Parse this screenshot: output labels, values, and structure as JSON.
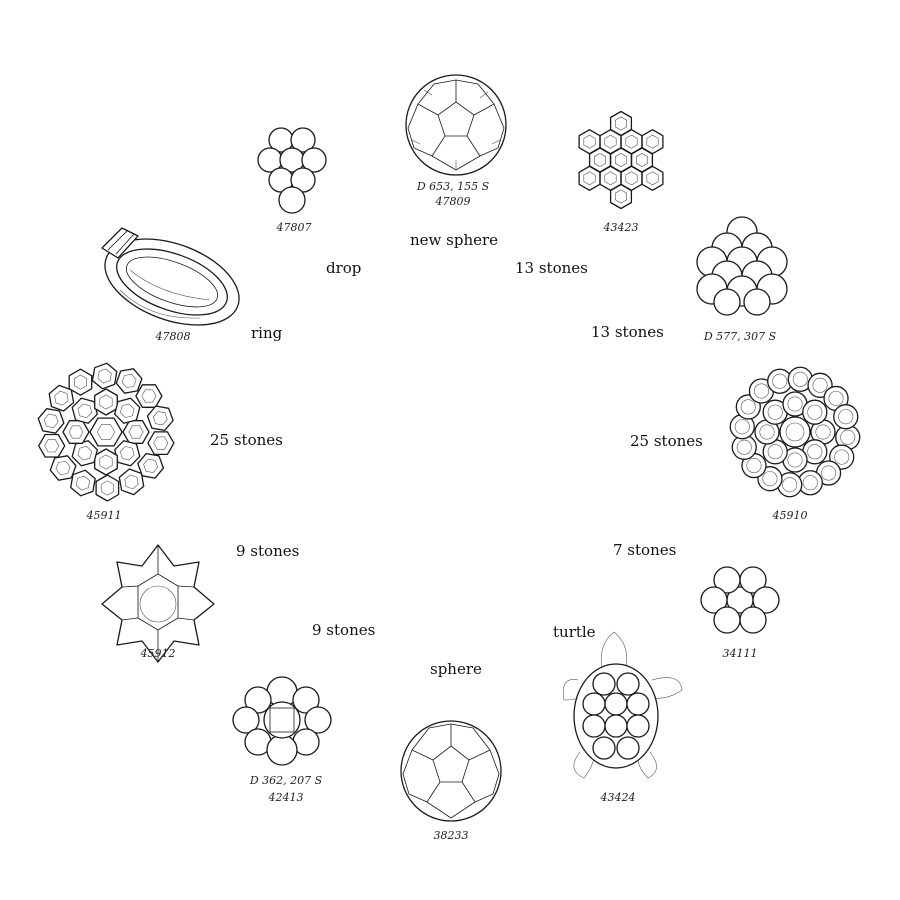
{
  "labels": {
    "new_sphere": "new sphere",
    "drop": "drop",
    "stones13_a": "13 stones",
    "stones13_b": "13 stones",
    "ring": "ring",
    "stones25_left": "25 stones",
    "stones25_right": "25 stones",
    "stones9_a": "9 stones",
    "stones7": "7 stones",
    "stones9_b": "9 stones",
    "turtle": "turtle",
    "sphere": "sphere"
  },
  "codes": {
    "drop": "47807",
    "new_sphere_a": "D 653, 155 S",
    "new_sphere_b": "47809",
    "stones13_a": "43423",
    "ring": "47808",
    "stones13_b": "D 577, 307 S",
    "stones25_left": "45911",
    "stones25_right": "45910",
    "stones9_a": "45912",
    "stones7": "34111",
    "stones9_b_a": "D 362, 207 S",
    "stones9_b_b": "42413",
    "sphere": "38233",
    "turtle": "43424"
  }
}
